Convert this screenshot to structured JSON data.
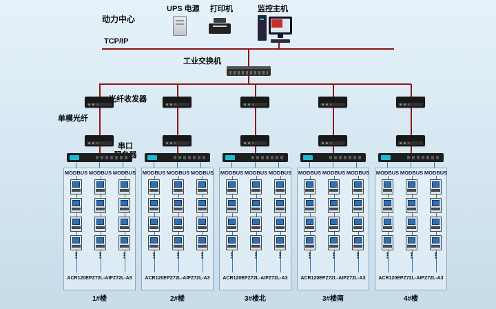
{
  "labels": {
    "power_center": "动力中心",
    "ups": "UPS 电源",
    "printer": "打印机",
    "host": "监控主机",
    "tcpip": "TCP/IP",
    "industrial_switch": "工业交换机",
    "fiber_transceiver": "光纤收发器",
    "single_mode_fiber": "单模光纤",
    "serial_server_line1": "串口",
    "serial_server_line2": "服务器"
  },
  "modbus": "MODBUS",
  "ellipsis": "⋮",
  "meter_model": "ACR120EPZ72L-AIPZ72L-A3",
  "branches": [
    {
      "building": "1#楼"
    },
    {
      "building": "2#楼"
    },
    {
      "building": "3#楼北"
    },
    {
      "building": "3#楼南"
    },
    {
      "building": "4#楼"
    }
  ],
  "colors": {
    "line_red": "#8e1515",
    "line_blue": "#3f76ab"
  }
}
